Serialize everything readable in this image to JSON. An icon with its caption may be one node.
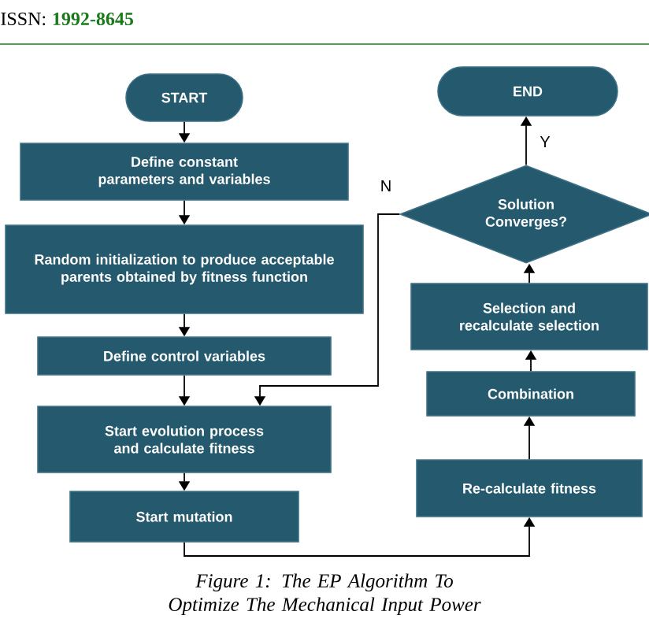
{
  "diagram": {
    "caption": "Figure 1: The EP Algorithm To Optimize The Mechanical Input Power",
    "nodes": [
      {
        "text": [
          "START"
        ]
      },
      {
        "text": [
          "Define constant parameters and variables"
        ]
      },
      {
        "text": [
          "Random initialization to produce acceptable parents obtained by fitness function"
        ]
      },
      {
        "text": [
          "Define control variables"
        ]
      },
      {
        "text": [
          "Start evolution process and calculate fitness"
        ]
      },
      {
        "text": [
          "Start mutation"
        ]
      },
      {
        "text": [
          "Re-calculate fitness"
        ]
      },
      {
        "text": [
          "Combination"
        ]
      },
      {
        "text": [
          "Selection and recalculate selection"
        ]
      },
      {
        "text": [
          "Solution Converges?"
        ]
      },
      {
        "text": [
          "END"
        ]
      }
    ],
    "edges": [
      {
        "from": 0,
        "to": 1,
        "arrow": "to"
      },
      {
        "from": 1,
        "to": 2,
        "arrow": "to"
      },
      {
        "from": 2,
        "to": 3,
        "arrow": "to"
      },
      {
        "from": 3,
        "to": 4,
        "arrow": "to"
      },
      {
        "from": 4,
        "to": 5,
        "arrow": "to"
      },
      {
        "from": 5,
        "to": 6,
        "arrow": "to"
      },
      {
        "from": 6,
        "to": 7,
        "arrow": "to"
      },
      {
        "from": 7,
        "to": 8,
        "arrow": "to"
      },
      {
        "from": 8,
        "to": 9,
        "arrow": "to"
      },
      {
        "from": 9,
        "to": 10,
        "arrow": "to",
        "label": "Y"
      },
      {
        "from": 9,
        "to": 4,
        "arrow": "to",
        "label": "N"
      }
    ],
    "labels": [
      "ISSN:",
      "1992-8645"
    ]
  }
}
